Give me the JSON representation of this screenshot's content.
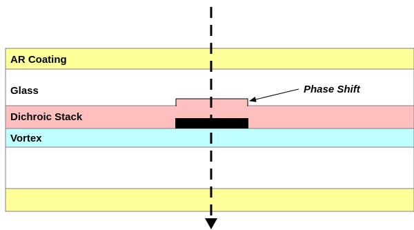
{
  "layers": {
    "ar_coating": {
      "label": "AR Coating",
      "fill": "#ffff99"
    },
    "glass": {
      "label": "Glass",
      "fill": "#ffffff"
    },
    "dichroic_stack": {
      "label": "Dichroic Stack",
      "fill": "#ffbfbf"
    },
    "vortex": {
      "label": "Vortex",
      "fill": "#bfffff"
    },
    "substrate": {
      "label": "",
      "fill": "#ffffff"
    },
    "bottom_coating": {
      "label": "",
      "fill": "#ffff99"
    }
  },
  "annotation": {
    "label": "Phase Shift"
  },
  "colors": {
    "border": "#7f7f7f",
    "step_outline": "#000000",
    "mask": "#000000",
    "beam": "#000000"
  }
}
